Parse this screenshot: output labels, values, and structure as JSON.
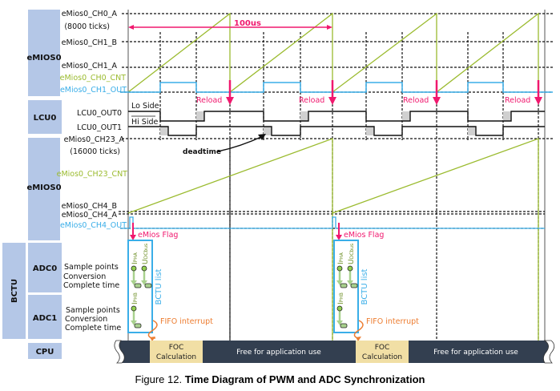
{
  "blocks": {
    "emios_top": "eMIOS0",
    "lcu": "LCU0",
    "emios_bottom": "eMIOS0",
    "bctu": "BCTU",
    "adc0": "ADC0",
    "adc1": "ADC1",
    "cpu": "CPU"
  },
  "signals": {
    "ch0_a": "eMios0_CH0_A",
    "ch0_a_ticks": "(8000 ticks)",
    "ch1_b": "eMios0_CH1_B",
    "ch1_a": "eMios0_CH1_A",
    "ch0_cnt": "eMios0_CH0_CNT",
    "ch1_out": "eMios0_CH1_OUT",
    "lcu_out0": "LCU0_OUT0",
    "lcu_out1": "LCU0_OUT1",
    "lo_side": "Lo Side",
    "hi_side": "Hi Side",
    "ch23_a": "eMios0_CH23_A",
    "ch23_a_ticks": "(16000 ticks)",
    "ch23_cnt": "eMios0_CH23_CNT",
    "ch4_b": "eMios0_CH4_B",
    "ch4_a": "eMios0_CH4_A",
    "ch4_out": "eMios0_CH4_OUT"
  },
  "adc_labels": {
    "sample": "Sample points",
    "conversion": "Conversion",
    "complete": "Complete time"
  },
  "annotations": {
    "period": "100us",
    "reload": "Reload",
    "deadtime": "deadtime",
    "emios_flag": "eMios Flag",
    "bctu_list": "BCTU list",
    "fifo": "FIFO interrupt",
    "i_pha": "I",
    "i_pha_sub": "PHA",
    "u_dc": "U",
    "u_dc_sub": "DCbus",
    "i_phb": "I",
    "i_phb_sub": "PHB"
  },
  "cpu": {
    "foc_line1": "FOC",
    "foc_line2": "Calculation",
    "free": "Free for application use"
  },
  "caption": {
    "prefix": "Figure 12. ",
    "title": "Time Diagram of PWM and ADC Synchronization"
  },
  "colors": {
    "block": "#b4c7e7",
    "counter": "#9bbb2f",
    "output": "#3aaee8",
    "reload": "#f0186e",
    "fifo": "#ed7d31",
    "cpu_bar": "#333f50",
    "foc": "#f1dfa5",
    "adc_point": "#92d050"
  }
}
